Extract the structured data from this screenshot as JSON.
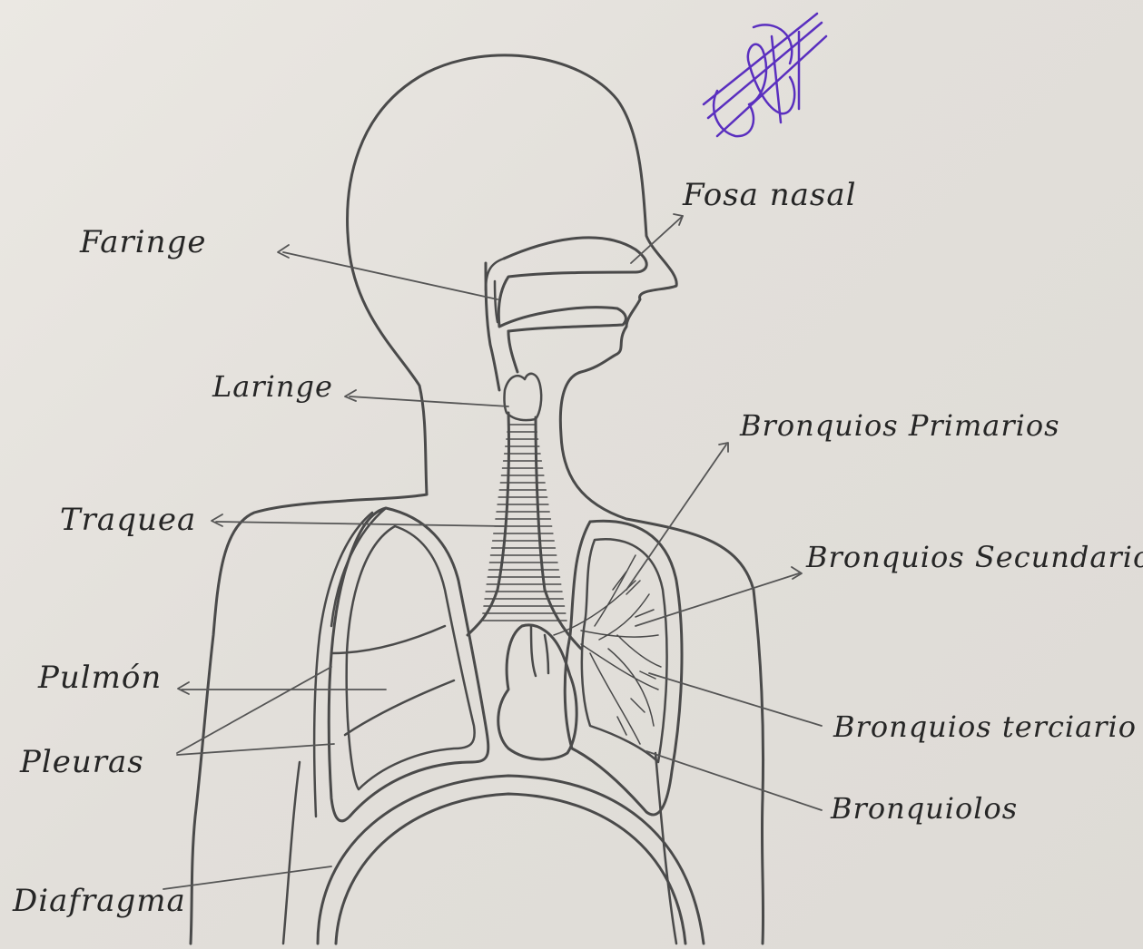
{
  "labels": {
    "fosa_nasal": "Fosa nasal",
    "faringe": "Faringe",
    "laringe": "Laringe",
    "bronquios_primarios": "Bronquios Primarios",
    "traquea": "Traquea",
    "bronquios_secundarios": "Bronquios Secundario",
    "pulmon": "Pulmón",
    "bronquios_terciarios": "Bronquios terciario",
    "pleuras": "Pleuras",
    "bronquiolos": "Bronquiolos",
    "diafragma": "Diafragma"
  },
  "colors": {
    "pencil": "#4a4a4a",
    "signature": "#5a2fbf",
    "paper": "#e4e1dc"
  },
  "icons": {
    "signature": "handwritten-signature"
  }
}
